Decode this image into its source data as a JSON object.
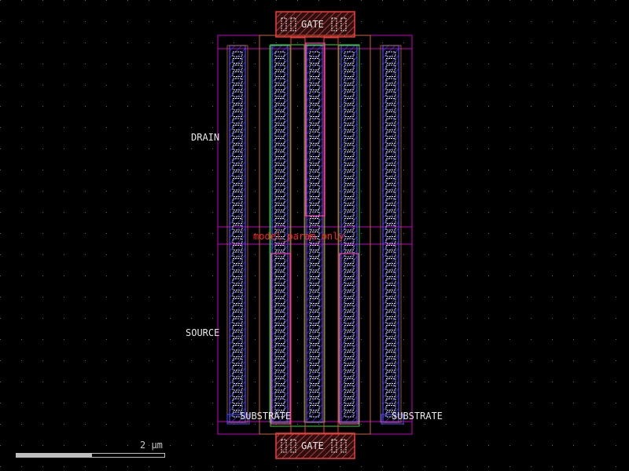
{
  "labels": {
    "gate_top": "GATE",
    "gate_bottom": "GATE",
    "drain": "DRAIN",
    "source": "SOURCE",
    "substrate_left": "SUBSTRATE",
    "substrate_right": "SUBSTRATE",
    "model_text": "model_param_only"
  },
  "scale": {
    "label": "2 µm",
    "fill_fraction": 0.51
  },
  "colors": {
    "background": "#000000",
    "dot_grid": "#6a6a6a",
    "outline_magenta": "#c800c8",
    "poly_red": "#ff3b3b",
    "diffusion_green": "#3cd23c",
    "metal_blue": "#4a4aff",
    "hatch_blue": "#3a3aff",
    "via_white": "#e8e8e8",
    "gate_pad": "#b43c3c",
    "ndiff_orange": "#c86432",
    "text": "#e8e8e8",
    "text_red": "#ff2020"
  }
}
